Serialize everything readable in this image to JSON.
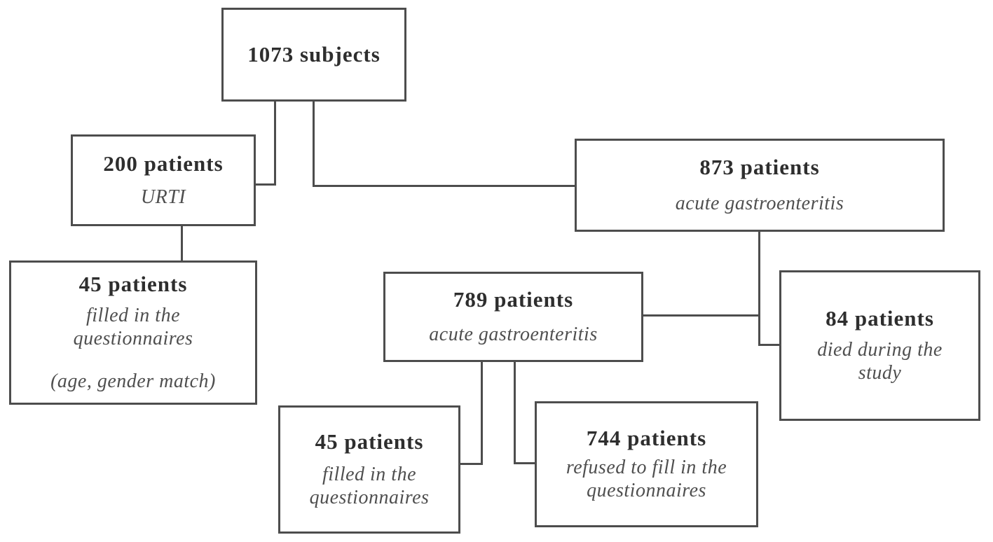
{
  "diagram": {
    "type": "flowchart",
    "colors": {
      "background": "#ffffff",
      "box_border": "#4d4d4d",
      "count_text": "#2e2e2e",
      "desc_text": "#4f4f4f",
      "connector": "#4d4d4d"
    },
    "nodes": {
      "subjects": {
        "count": "1073 subjects"
      },
      "urti": {
        "count": "200 patients",
        "desc": "URTI"
      },
      "urti_filled": {
        "count": "45 patients",
        "desc": "filled in the questionnaires",
        "note": "(age, gender match)"
      },
      "gastro": {
        "count": "873 patients",
        "desc": "acute gastroenteritis"
      },
      "gastro_alive": {
        "count": "789 patients",
        "desc": "acute gastroenteritis"
      },
      "died": {
        "count": "84 patients",
        "desc": "died during the study"
      },
      "gastro_filled": {
        "count": "45 patients",
        "desc": "filled in the questionnaires"
      },
      "refused": {
        "count": "744 patients",
        "desc": "refused to fill in the questionnaires"
      }
    },
    "edges": [
      {
        "from": "subjects",
        "to": "urti"
      },
      {
        "from": "subjects",
        "to": "gastro"
      },
      {
        "from": "urti",
        "to": "urti_filled"
      },
      {
        "from": "gastro",
        "to": "gastro_alive"
      },
      {
        "from": "gastro",
        "to": "died"
      },
      {
        "from": "gastro_alive",
        "to": "gastro_filled"
      },
      {
        "from": "gastro_alive",
        "to": "refused"
      }
    ]
  }
}
